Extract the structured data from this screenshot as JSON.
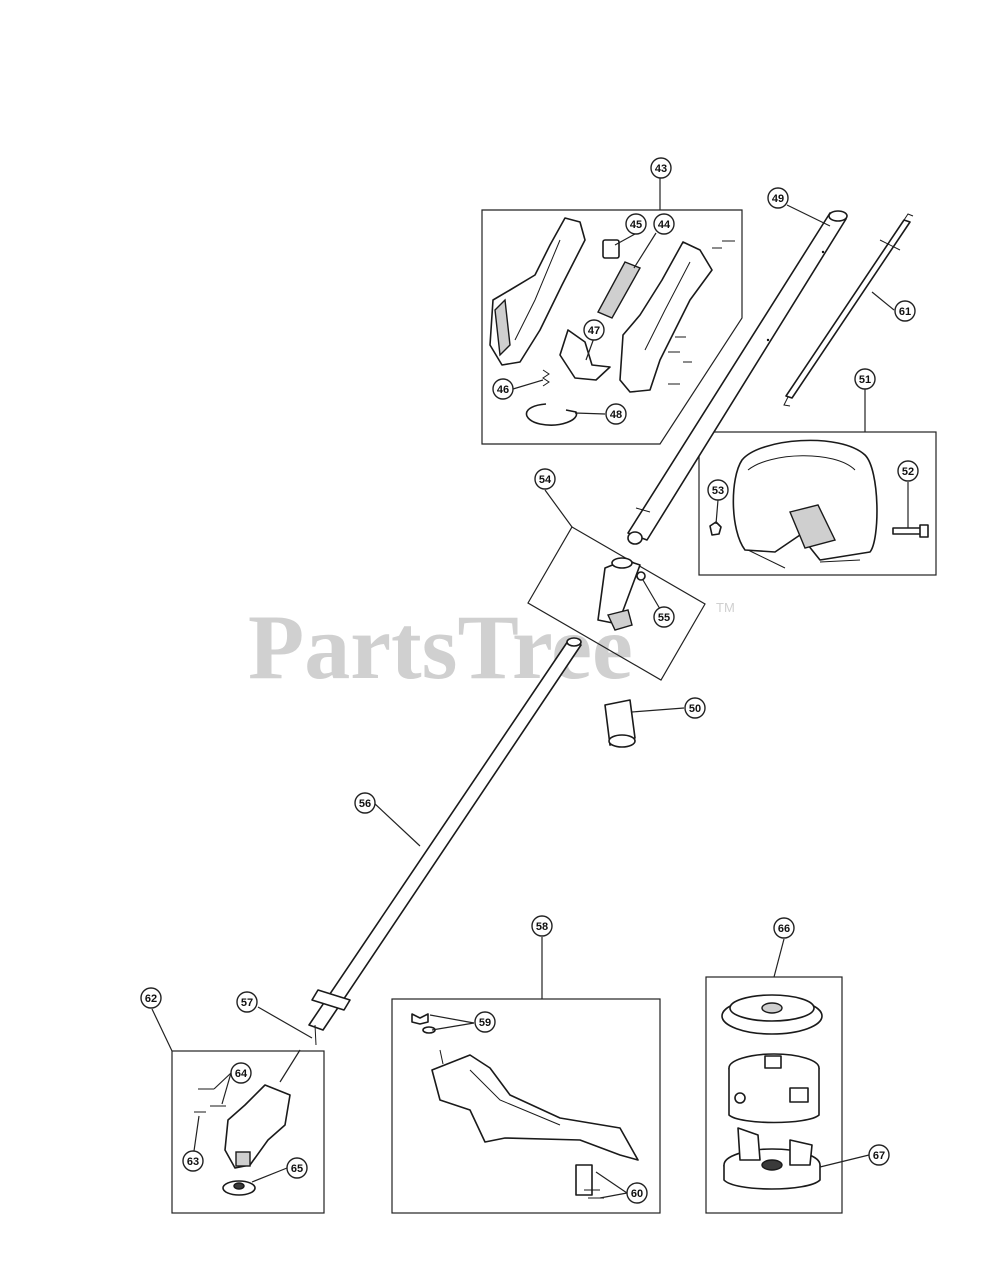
{
  "watermark": {
    "text": "PartsTree",
    "trademark": "TM"
  },
  "labels": {
    "p43": "43",
    "p44": "44",
    "p45": "45",
    "p46": "46",
    "p47": "47",
    "p48": "48",
    "p49": "49",
    "p50": "50",
    "p51": "51",
    "p52": "52",
    "p53": "53",
    "p54": "54",
    "p55": "55",
    "p56": "56",
    "p57": "57",
    "p58": "58",
    "p59": "59",
    "p60": "60",
    "p61": "61",
    "p62": "62",
    "p63": "63",
    "p64": "64",
    "p65": "65",
    "p66": "66",
    "p67": "67"
  }
}
